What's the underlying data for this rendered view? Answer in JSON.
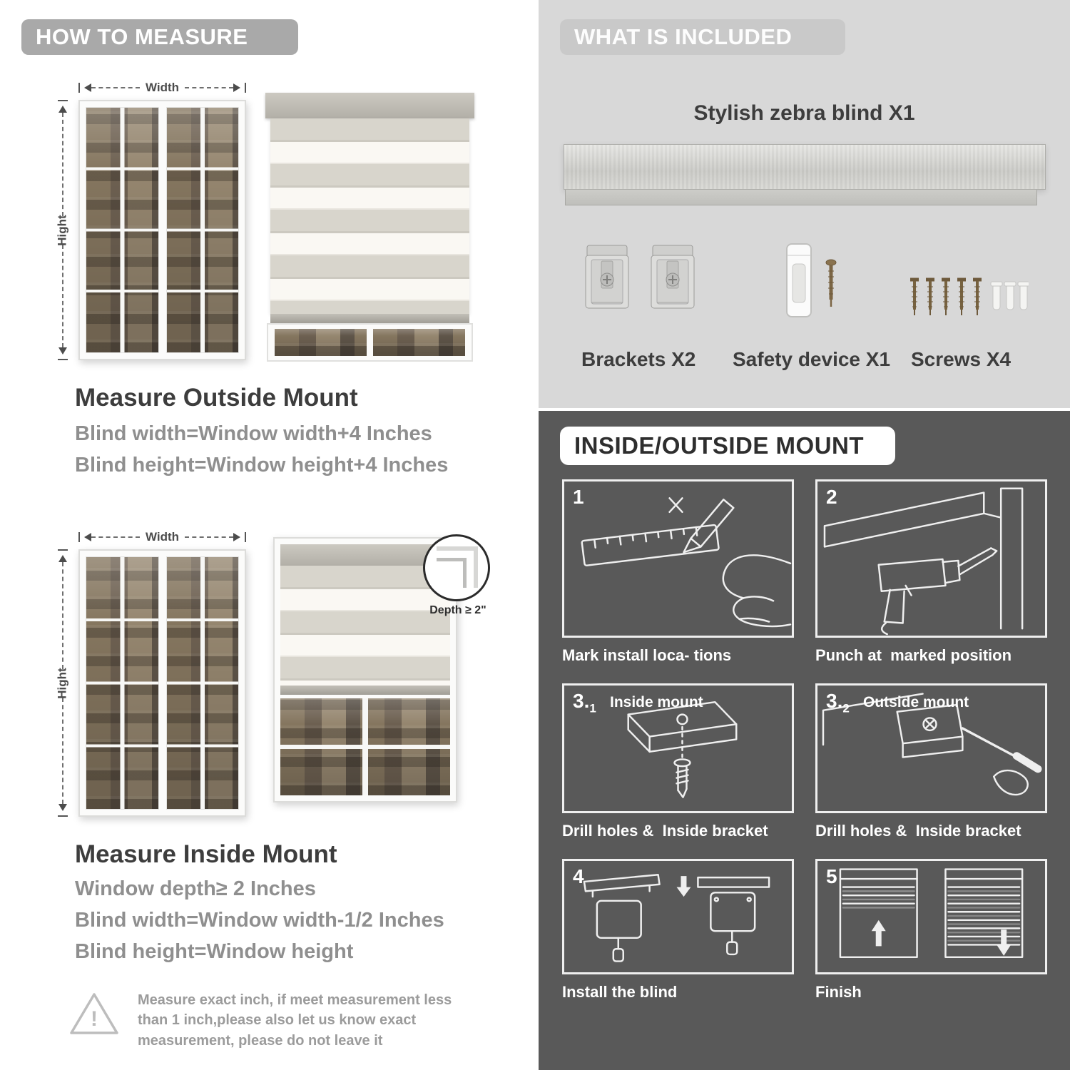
{
  "measure": {
    "header": "HOW TO MEASURE",
    "outside": {
      "width_label": "Width",
      "height_label": "Hight",
      "title": "Measure Outside Mount",
      "lines": [
        "Blind width=Window width+4 Inches",
        "Blind height=Window height+4 Inches"
      ]
    },
    "inside": {
      "width_label": "Width",
      "height_label": "Hight",
      "depth_callout": "Depth ≥ 2\"",
      "title": "Measure Inside Mount",
      "lines": [
        "Window depth≥ 2 Inches",
        "Blind width=Window width-1/2 Inches",
        "Blind height=Window height"
      ]
    },
    "warning_icon": "!",
    "note": "Measure exact inch, if meet measurement less than 1 inch,please also let us know exact measurement, please do not leave it"
  },
  "included": {
    "header": "WHAT IS INCLUDED",
    "product_label": "Stylish zebra blind X1",
    "labels": {
      "brackets": "Brackets X2",
      "safety": "Safety device X1",
      "screws": "Screws X4"
    }
  },
  "mount": {
    "header": "INSIDE/OUTSIDE MOUNT",
    "steps": [
      {
        "num": "1",
        "caption": "Mark install loca- tions"
      },
      {
        "num": "2",
        "caption": "Punch at  marked position"
      },
      {
        "num": "3.",
        "num_sub": "1",
        "label": "Inside mount",
        "caption": "Drill holes &  Inside bracket"
      },
      {
        "num": "3.",
        "num_sub": "2",
        "label": "Outside mount",
        "caption": "Drill holes &  Inside bracket"
      },
      {
        "num": "4",
        "caption": "Install the blind"
      },
      {
        "num": "5",
        "caption": "Finish"
      }
    ]
  }
}
